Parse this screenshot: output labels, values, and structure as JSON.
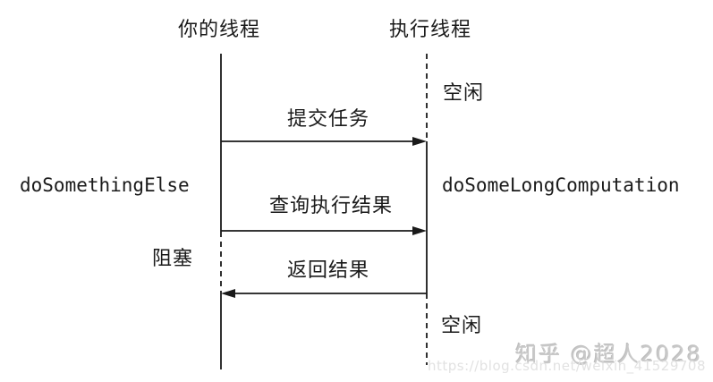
{
  "diagram": {
    "left_thread": {
      "title": "你的线程",
      "activity_label": "doSomethingElse",
      "blocked_label": "阻塞"
    },
    "right_thread": {
      "title": "执行线程",
      "idle_top_label": "空闲",
      "activity_label": "doSomeLongComputation",
      "idle_bottom_label": "空闲"
    },
    "messages": [
      {
        "label": "提交任务",
        "direction": "left-to-right"
      },
      {
        "label": "查询执行结果",
        "direction": "left-to-right"
      },
      {
        "label": "返回结果",
        "direction": "right-to-left"
      }
    ]
  },
  "watermark": {
    "credit": "知乎 @超人2028",
    "url": "https://blog.csdn.net/weixin_41529708"
  },
  "colors": {
    "line": "#1a1a1a",
    "text": "#1a1a1a",
    "watermark_credit": "#c9c9c9",
    "watermark_url": "#e2e2e2",
    "background": "#ffffff"
  }
}
